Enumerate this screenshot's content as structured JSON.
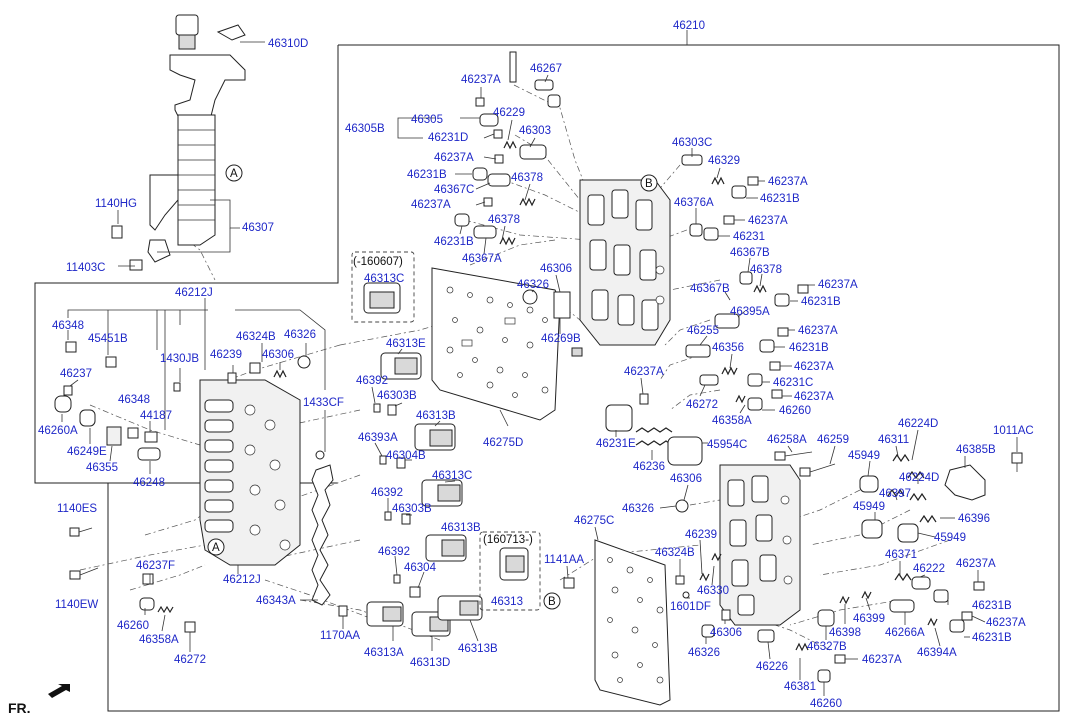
{
  "diagram": {
    "labels": {
      "46210": "46210",
      "46310D": "46310D",
      "46307": "46307",
      "1140HG": "1140HG",
      "11403C": "11403C",
      "46212J_top": "46212J",
      "46212J_bottom": "46212J",
      "46348_a": "46348",
      "45451B": "45451B",
      "1430JB": "1430JB",
      "46324B_a": "46324B",
      "46326_a": "46326",
      "46239_a": "46239",
      "46306_a": "46306",
      "46237_left": "46237",
      "46348_b": "46348",
      "44187": "44187",
      "46260A": "46260A",
      "46249E": "46249E",
      "46355": "46355",
      "46248": "46248",
      "1433CF": "1433CF",
      "1140ES": "1140ES",
      "1140EW": "1140EW",
      "46237F": "46237F",
      "46260_a": "46260",
      "46358A_a": "46358A",
      "46272_a": "46272",
      "46343A": "46343A",
      "1170AA": "1170AA",
      "46313A": "46313A",
      "46313D": "46313D",
      "46313B_bottom": "46313B",
      "46313B_mid2": "46313B",
      "46304_b": "46304",
      "46392_c": "46392",
      "46303B_b": "46303B",
      "46392_b": "46392",
      "46313C_b": "46313C",
      "46304B": "46304B",
      "46393A": "46393A",
      "46313B_mid": "46313B",
      "46303B_a": "46303B",
      "46392_a": "46392",
      "46313E": "46313E",
      "date_before": "(-160607)",
      "46313C_a": "46313C",
      "date_after": "(160713-)",
      "46313_new": "46313",
      "46275D": "46275D",
      "46237A_1": "46237A",
      "46267": "46267",
      "46305B": "46305B",
      "46305": "46305",
      "46229": "46229",
      "46231D": "46231D",
      "46303": "46303",
      "46237A_2": "46237A",
      "46231B_1": "46231B",
      "46378_1": "46378",
      "46367C": "46367C",
      "46237A_3": "46237A",
      "46378_2": "46378",
      "46231B_2": "46231B",
      "46367A": "46367A",
      "46306_b": "46306",
      "46326_b": "46326",
      "46269B": "46269B",
      "46303C": "46303C",
      "46329": "46329",
      "46237A_r1": "46237A",
      "46231B_r1": "46231B",
      "46376A": "46376A",
      "46237A_r2": "46237A",
      "46231_r": "46231",
      "46367B_1": "46367B",
      "46378_r": "46378",
      "46367B_2": "46367B",
      "46237A_r3": "46237A",
      "46231B_r3": "46231B",
      "46395A": "46395A",
      "46237A_r4": "46237A",
      "46255": "46255",
      "46356": "46356",
      "46231B_r4": "46231B",
      "46237A_r5": "46237A",
      "46231C": "46231C",
      "46237A_mid": "46237A",
      "46272_b": "46272",
      "46237A_r6": "46237A",
      "46358A_b": "46358A",
      "46260_b": "46260",
      "46231E": "46231E",
      "45954C": "45954C",
      "46236": "46236",
      "46258A": "46258A",
      "46259": "46259",
      "46311": "46311",
      "46224D_1": "46224D",
      "1011AC": "1011AC",
      "46385B": "46385B",
      "45949_1": "45949",
      "46224D_2": "46224D",
      "46397": "46397",
      "45949_2": "45949",
      "46396": "46396",
      "45949_3": "45949",
      "46306_c": "46306",
      "46326_c": "46326",
      "46275C": "46275C",
      "46239_b": "46239",
      "46324B_b": "46324B",
      "1141AA": "1141AA",
      "46330": "46330",
      "1601DF": "1601DF",
      "46306_d": "46306",
      "46326_d": "46326",
      "46371": "46371",
      "46222": "46222",
      "46237A_r7": "46237A",
      "46231B_r5": "46231B",
      "46237A_r8": "46237A",
      "46231B_r6": "46231B",
      "46399": "46399",
      "46398": "46398",
      "46266A": "46266A",
      "46327B": "46327B",
      "46394A": "46394A",
      "46226": "46226",
      "46237A_b": "46237A",
      "46381": "46381",
      "46260_c": "46260"
    },
    "refs": {
      "A": "A",
      "B": "B"
    },
    "front_marker": "FR.",
    "colors": {
      "label": "#1f28c8",
      "line": "#222222"
    }
  }
}
